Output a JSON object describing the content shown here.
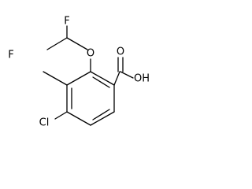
{
  "molecule": {
    "atoms": {
      "f_top": "F",
      "f_left": "F",
      "o_ether": "O",
      "o_carbonyl": "O",
      "oh": "OH",
      "cl": "Cl"
    }
  }
}
